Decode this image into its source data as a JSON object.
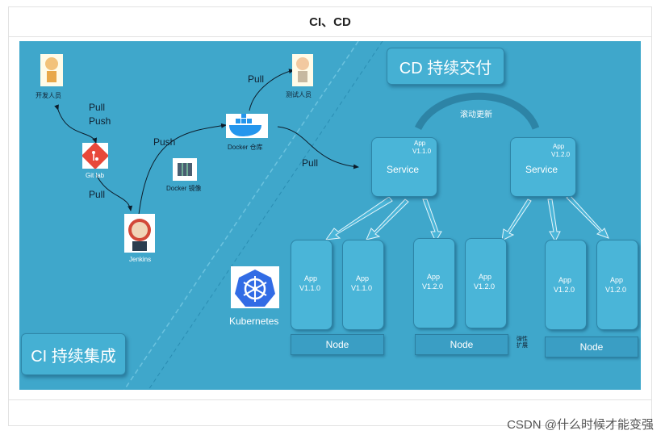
{
  "title": "CI、CD",
  "roles": {
    "developer": "开发人员",
    "tester": "测试人员"
  },
  "flow": {
    "pull_push_pull": "Pull",
    "pull_push_push": "Push",
    "gitlab": "Git lab",
    "gitlab_pull": "Pull",
    "jenkins": "Jenkins",
    "jenkins_push": "Push",
    "docker_image": "Docker 镜像",
    "docker_registry": "Docker 仓库",
    "registry_pull_tester": "Pull",
    "registry_pull_service": "Pull"
  },
  "cd": {
    "title": "CD 持续交付",
    "rolling_update": "滚动更新"
  },
  "ci": {
    "title": "CI 持续集成"
  },
  "k8s": {
    "label": "Kubernetes"
  },
  "services": [
    {
      "app": "App",
      "version": "V1.1.0",
      "label": "Service"
    },
    {
      "app": "App",
      "version": "V1.2.0",
      "label": "Service"
    }
  ],
  "pods": [
    {
      "app": "App",
      "version": "V1.1.0"
    },
    {
      "app": "App",
      "version": "V1.1.0"
    },
    {
      "app": "App",
      "version": "V1.2.0"
    },
    {
      "app": "App",
      "version": "V1.2.0"
    },
    {
      "app": "App",
      "version": "V1.2.0"
    },
    {
      "app": "App",
      "version": "V1.2.0"
    }
  ],
  "nodes": [
    "Node",
    "Node",
    "Node"
  ],
  "scale_label": "弹性扩展",
  "watermark": "CSDN @什么时候才能变强",
  "colors": {
    "slide_bg": "#3fa7cb",
    "box": "#45b0d3"
  }
}
